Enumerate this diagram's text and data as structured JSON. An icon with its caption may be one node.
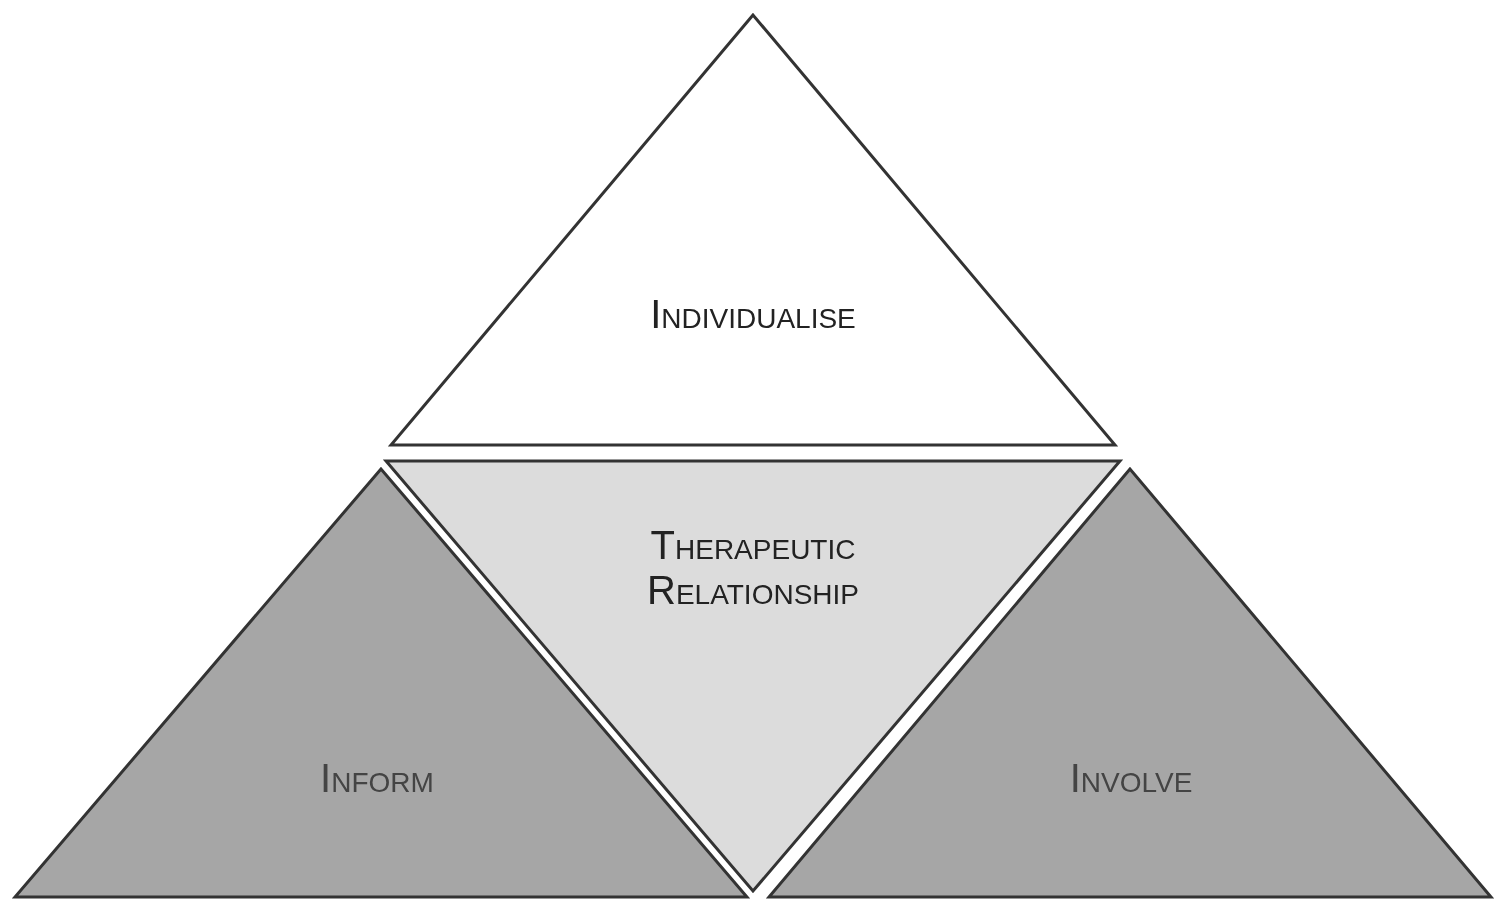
{
  "diagram": {
    "nodes": [
      {
        "text": [
          "Individualise"
        ]
      },
      {
        "text": [
          "Therapeutic Relationship"
        ]
      },
      {
        "text": [
          "Inform"
        ]
      },
      {
        "text": [
          "Involve"
        ]
      }
    ],
    "edges": []
  }
}
